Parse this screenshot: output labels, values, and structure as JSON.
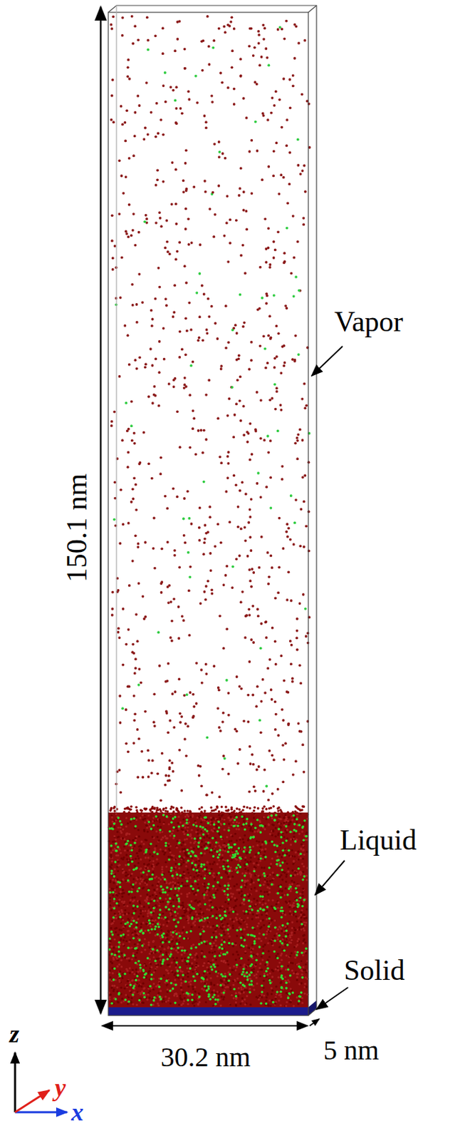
{
  "diagram": {
    "labels": [
      "150.1 nm",
      "Vapor",
      "Liquid",
      "Solid",
      "z",
      "y",
      "x",
      "30.2 nm",
      "5 nm"
    ]
  }
}
